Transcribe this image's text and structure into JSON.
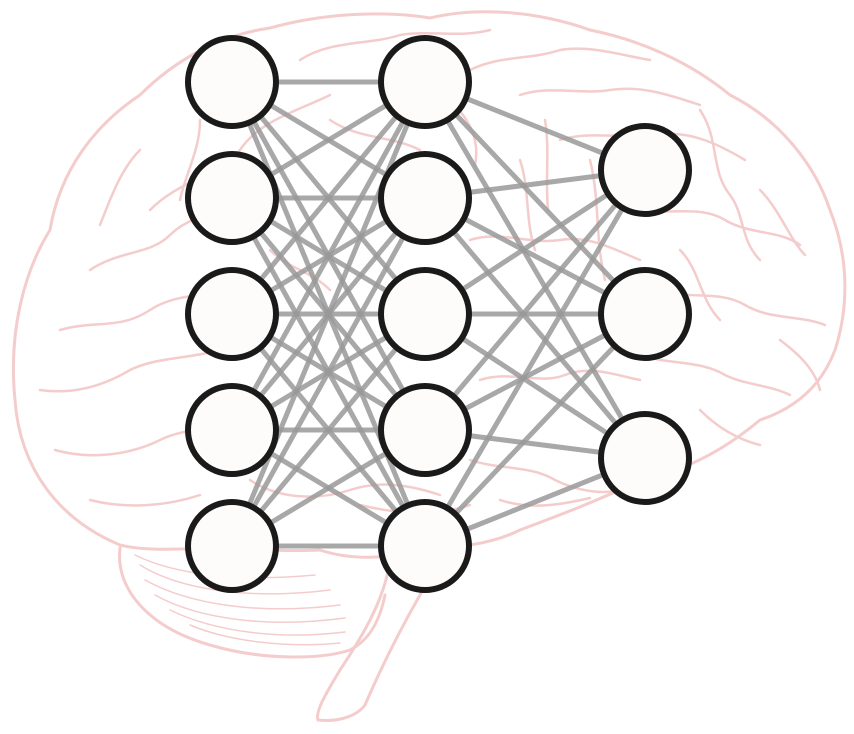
{
  "colors": {
    "brain_outline": "#f4cccc",
    "edge": "#999999",
    "node_fill": "#fdfcfa",
    "node_stroke": "#1a1a1a",
    "background": "#ffffff"
  },
  "network": {
    "layers": [
      {
        "name": "input-layer",
        "node_count": 5
      },
      {
        "name": "hidden-layer",
        "node_count": 5
      },
      {
        "name": "output-layer",
        "node_count": 3
      }
    ],
    "connectivity": "fully-connected"
  },
  "background_illustration": "brain-outline"
}
